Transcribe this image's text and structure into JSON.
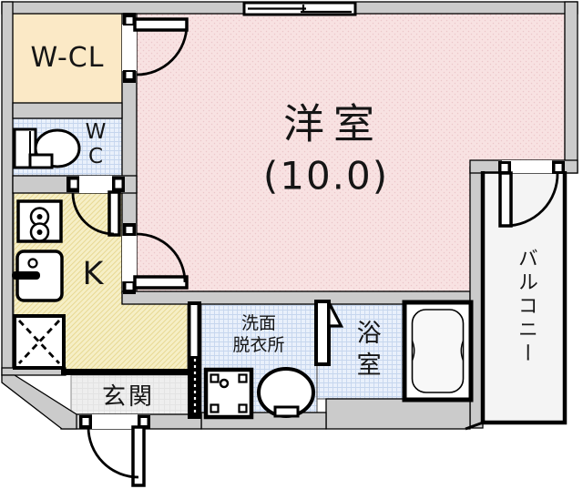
{
  "colors": {
    "wall": "#CBCBCB",
    "line": "#000000",
    "main_room": "#F8E2E2",
    "kitchen": "#F6EFC6",
    "walk_in_closet": "#FBE9C6",
    "wet_area": "#E9F0FB",
    "entrance": "#EEEEEE",
    "balcony": "#F4F4F4"
  },
  "rooms": {
    "walk_in_closet": {
      "label": "W-CL"
    },
    "main_room": {
      "label": "洋室",
      "size": "(10.0)"
    },
    "toilet": {
      "lines": [
        "W",
        "C"
      ]
    },
    "kitchen": {
      "label": "K"
    },
    "washroom": {
      "lines": [
        "洗面",
        "脱衣所"
      ]
    },
    "bathroom": {
      "label": "浴室"
    },
    "entrance": {
      "label": "玄関"
    },
    "balcony": {
      "label": "バルコニー"
    }
  },
  "icons": {
    "toilet": "toilet-icon",
    "stove": "stove-icon",
    "kitchen_sink": "kitchen-sink-icon",
    "refrigerator_space": "refrigerator-space-icon",
    "washing_machine": "washing-machine-icon",
    "wash_basin": "wash-basin-icon",
    "bathtub": "bathtub-icon",
    "window": "sliding-window-icon"
  }
}
